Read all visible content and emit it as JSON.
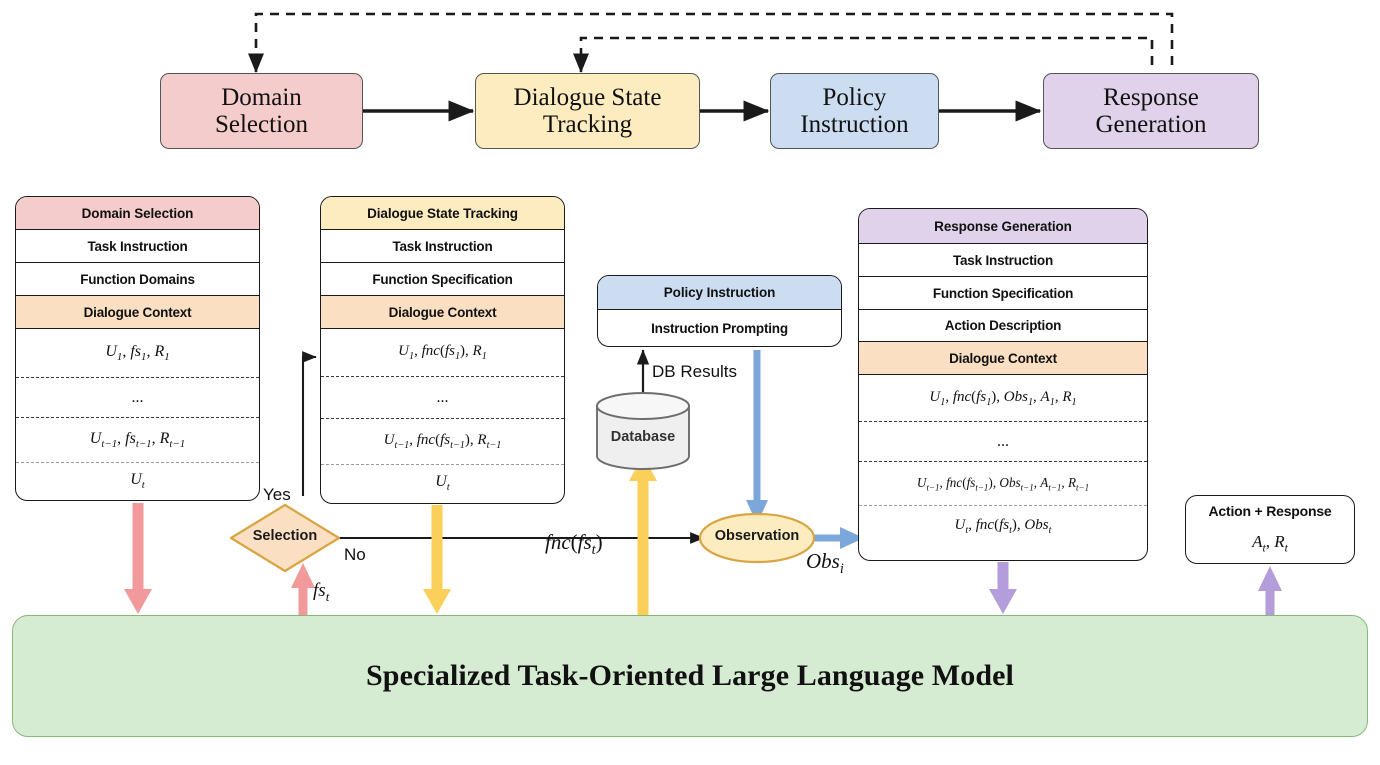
{
  "pipeline": {
    "stages": [
      {
        "label": "Domain\nSelection",
        "color": "#f5cccc"
      },
      {
        "label": "Dialogue State\nTracking",
        "color": "#fdecc0"
      },
      {
        "label": "Policy\nInstruction",
        "color": "#ccddf2"
      },
      {
        "label": "Response\nGeneration",
        "color": "#e0d2ea"
      }
    ]
  },
  "panels": {
    "domain_selection": {
      "header": "Domain Selection",
      "header_color": "#f5cccc",
      "rows": [
        "Task Instruction",
        "Function Domains"
      ],
      "context_label": "Dialogue Context",
      "context_items": [
        "U_1, fs_1, R_1",
        "...",
        "U_{t-1}, fs_{t-1}, R_{t-1}",
        "U_t"
      ]
    },
    "dialogue_state_tracking": {
      "header": "Dialogue State Tracking",
      "header_color": "#fdecc0",
      "rows": [
        "Task Instruction",
        "Function Specification"
      ],
      "context_label": "Dialogue Context",
      "context_items": [
        "U_1, fnc(fs_1), R_1",
        "...",
        "U_{t-1}, fnc(fs_{t-1}), R_{t-1}",
        "U_t"
      ]
    },
    "policy_instruction": {
      "header": "Policy Instruction",
      "header_color": "#ccddf2",
      "rows": [
        "Instruction Prompting"
      ]
    },
    "response_generation": {
      "header": "Response Generation",
      "header_color": "#e0d2ea",
      "rows": [
        "Task Instruction",
        "Function Specification",
        "Action Description"
      ],
      "context_label": "Dialogue Context",
      "context_items": [
        "U_1, fnc(fs_1), Obs_1, A_1, R_1",
        "...",
        "U_{t-1}, fnc(fs_{t-1}), Obs_{t-1}, A_{t-1}, R_{t-1}",
        "U_t, fnc(fs_t), Obs_t"
      ]
    },
    "action_response": {
      "header": "Action + Response",
      "value": "A_t, R_t"
    }
  },
  "nodes": {
    "selection": {
      "label": "Selection",
      "fill": "#fbdfc3",
      "stroke": "#d9a441"
    },
    "observation": {
      "label": "Observation",
      "fill": "#fcecc0",
      "stroke": "#d9a441"
    },
    "database": {
      "label": "Database",
      "fill": "#efefef",
      "stroke": "#666666"
    }
  },
  "edge_labels": {
    "yes": "Yes",
    "no": "No",
    "db_results": "DB Results",
    "fs_t": "fs_t",
    "fnc_fs_t": "fnc(fs_t)",
    "obs_i": "Obs_i"
  },
  "llm": {
    "title": "Specialized Task-Oriented Large Language Model",
    "fill": "#d6ecd2",
    "stroke": "#86b977"
  },
  "colors": {
    "arrow_pink": "#f2999b",
    "arrow_yellow": "#fad05a",
    "arrow_blue": "#7ba7db",
    "arrow_purple": "#b39ddb",
    "arrow_black": "#1a1a1a"
  }
}
